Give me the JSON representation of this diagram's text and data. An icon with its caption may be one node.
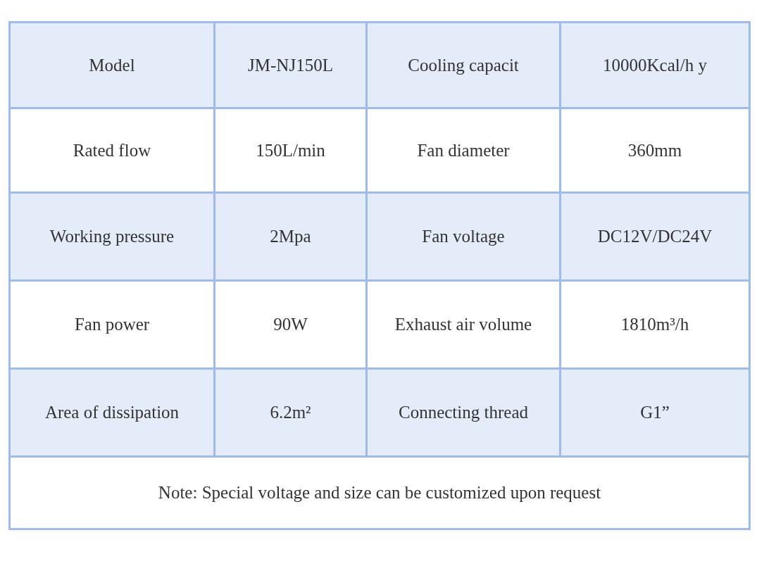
{
  "diagram": {
    "labels": [
      "Model",
      "JM-NJ150L",
      "Cooling capacit",
      "10000Kcal/h y",
      "Rated flow",
      "150L/min",
      "Fan diameter",
      "360mm",
      "Working pressure",
      "2Mpa",
      "Fan voltage",
      "DC12V/DC24V",
      "Fan power",
      "90W",
      "Exhaust air volume",
      "1810m³/h",
      "Area of dissipation",
      "6.2m²",
      "Connecting thread",
      "G1”",
      "Note: Special voltage and size can be customized upon request"
    ]
  }
}
